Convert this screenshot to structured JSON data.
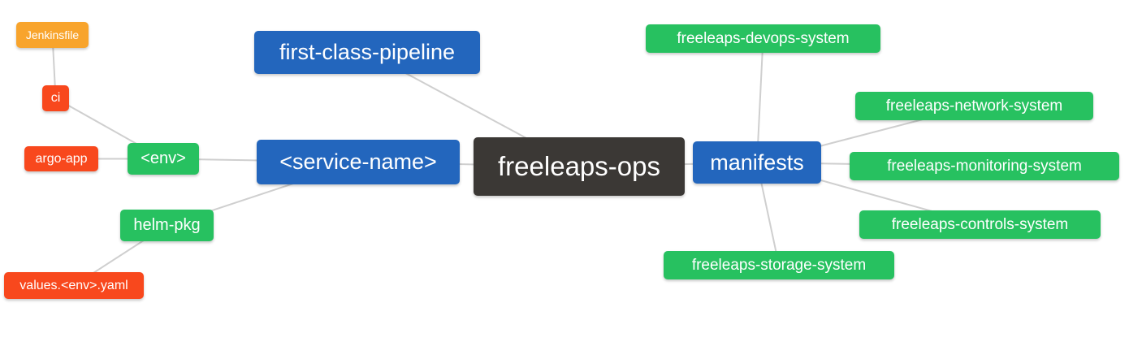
{
  "diagram": {
    "type": "mindmap",
    "title": "freeleaps-ops repository structure mind map",
    "background": "#FFFFFF",
    "edge_color": "#CFCFCF",
    "colors": {
      "root": "#3B3835",
      "branch_blue": "#2366BD",
      "leaf_green": "#27C160",
      "leaf_red": "#F8481D",
      "leaf_orange": "#F8A42C",
      "text": "#FFFFFF"
    }
  },
  "nodes": {
    "freeleaps_ops": {
      "label": "freeleaps-ops"
    },
    "first_class_pipeline": {
      "label": "first-class-pipeline"
    },
    "service_name": {
      "label": "<service-name>"
    },
    "manifests": {
      "label": "manifests"
    },
    "env": {
      "label": "<env>"
    },
    "helm_pkg": {
      "label": "helm-pkg"
    },
    "ci": {
      "label": "ci"
    },
    "argo_app": {
      "label": "argo-app"
    },
    "jenkinsfile": {
      "label": "Jenkinsfile"
    },
    "values_env_yaml": {
      "label": "values.<env>.yaml"
    },
    "devops_system": {
      "label": "freeleaps-devops-system"
    },
    "network_system": {
      "label": "freeleaps-network-system"
    },
    "monitoring_system": {
      "label": "freeleaps-monitoring-system"
    },
    "controls_system": {
      "label": "freeleaps-controls-system"
    },
    "storage_system": {
      "label": "freeleaps-storage-system"
    }
  },
  "edges": [
    {
      "from": "jenkinsfile",
      "to": "ci"
    },
    {
      "from": "ci",
      "to": "env"
    },
    {
      "from": "argo_app",
      "to": "env"
    },
    {
      "from": "env",
      "to": "service_name"
    },
    {
      "from": "helm_pkg",
      "to": "service_name"
    },
    {
      "from": "values_env_yaml",
      "to": "helm_pkg"
    },
    {
      "from": "first_class_pipeline",
      "to": "freeleaps_ops"
    },
    {
      "from": "service_name",
      "to": "freeleaps_ops"
    },
    {
      "from": "freeleaps_ops",
      "to": "manifests"
    },
    {
      "from": "manifests",
      "to": "devops_system"
    },
    {
      "from": "manifests",
      "to": "network_system"
    },
    {
      "from": "manifests",
      "to": "monitoring_system"
    },
    {
      "from": "manifests",
      "to": "controls_system"
    },
    {
      "from": "manifests",
      "to": "storage_system"
    }
  ]
}
